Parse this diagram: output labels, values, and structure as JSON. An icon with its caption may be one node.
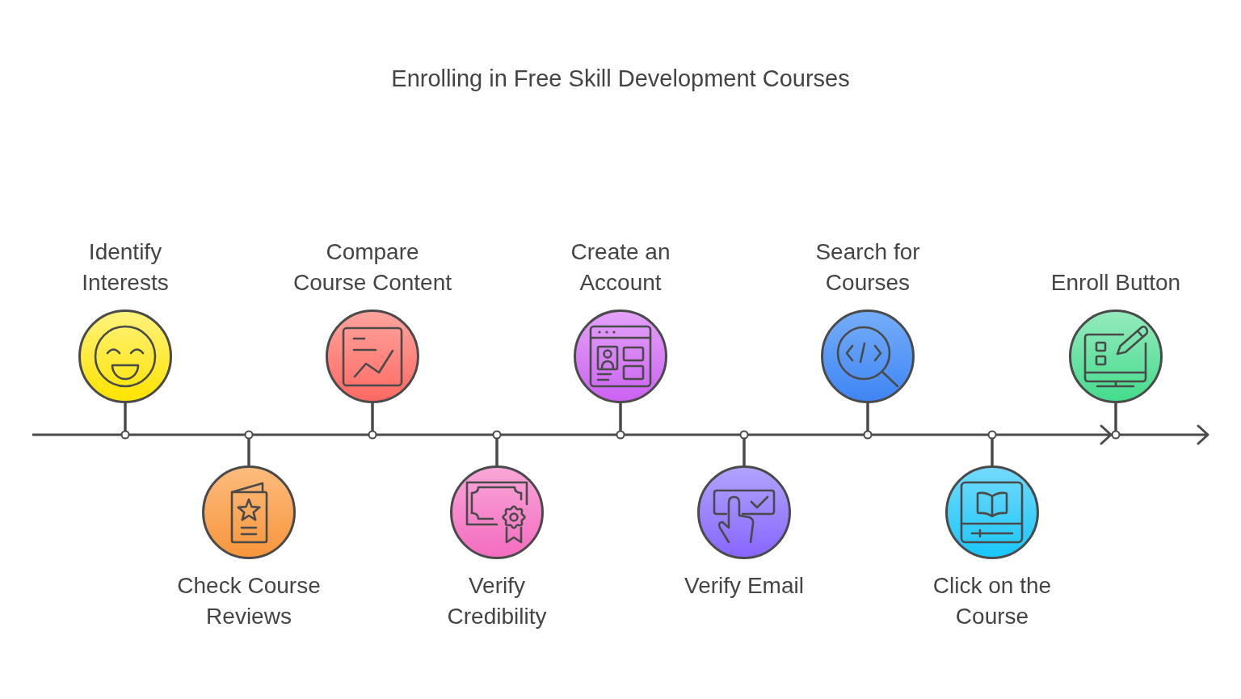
{
  "diagram": {
    "title": "Enrolling in Free Skill Development Courses",
    "nodes": [
      {
        "text": [
          "Identify Interests"
        ]
      },
      {
        "text": [
          "Check Course Reviews"
        ]
      },
      {
        "text": [
          "Compare Course Content"
        ]
      },
      {
        "text": [
          "Verify Credibility"
        ]
      },
      {
        "text": [
          "Create an Account"
        ]
      },
      {
        "text": [
          "Verify Email"
        ]
      },
      {
        "text": [
          "Search for Courses"
        ]
      },
      {
        "text": [
          "Click on the Course"
        ]
      },
      {
        "text": [
          "Enroll Button"
        ]
      }
    ],
    "edges": [
      {
        "from": null,
        "to": 0,
        "arrow": "none"
      },
      {
        "from": 0,
        "to": 1,
        "arrow": "none"
      },
      {
        "from": 1,
        "to": 2,
        "arrow": "none"
      },
      {
        "from": 2,
        "to": 3,
        "arrow": "none"
      },
      {
        "from": 3,
        "to": 4,
        "arrow": "none"
      },
      {
        "from": 4,
        "to": 5,
        "arrow": "none"
      },
      {
        "from": 5,
        "to": 6,
        "arrow": "none"
      },
      {
        "from": 6,
        "to": 7,
        "arrow": "none"
      },
      {
        "from": 7,
        "to": 8,
        "arrow": "to"
      },
      {
        "from": 8,
        "to": null,
        "arrow": "to"
      }
    ]
  }
}
